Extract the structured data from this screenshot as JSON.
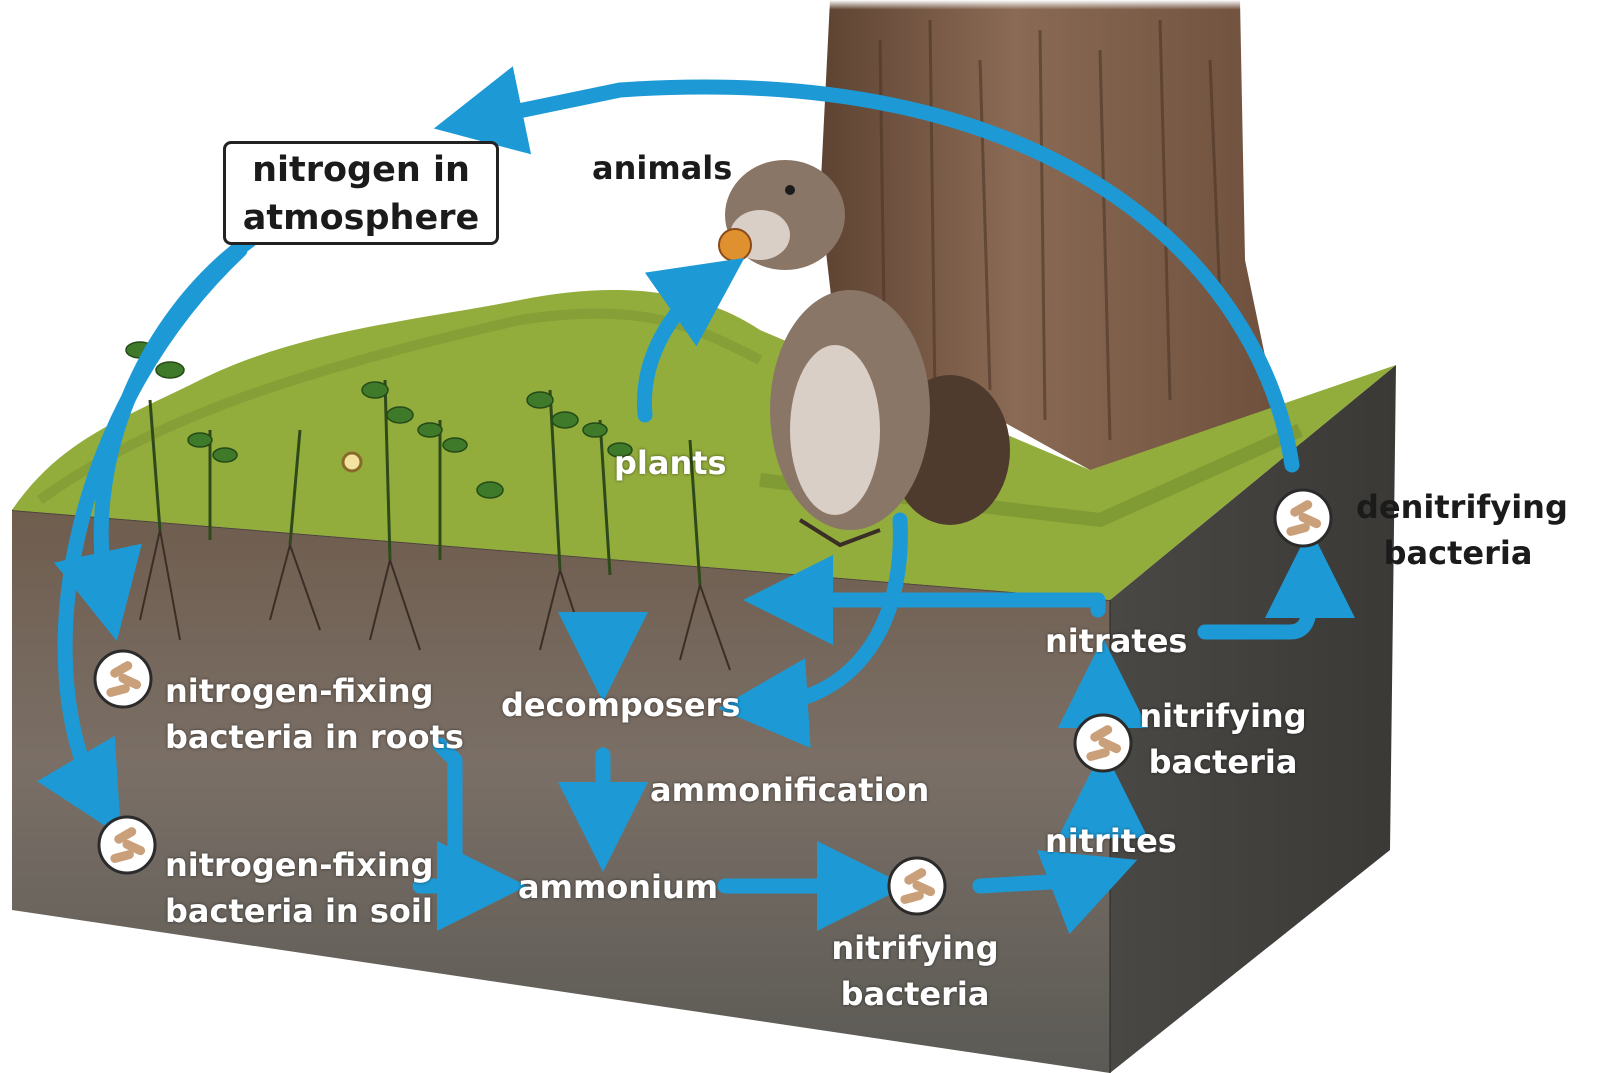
{
  "title": {
    "line1": "nitrogen in",
    "line2": "atmosphere"
  },
  "labels": {
    "animals": "animals",
    "plants": "plants",
    "decomposers": "decomposers",
    "ammonification": "ammonification",
    "ammonium": "ammonium",
    "nitrites": "nitrites",
    "nitrates": "nitrates",
    "fixing_roots": {
      "line1": "nitrogen-fixing",
      "line2": "bacteria in roots"
    },
    "fixing_soil": {
      "line1": "nitrogen-fixing",
      "line2": "bacteria in soil"
    },
    "nitrifying_bottom": {
      "line1": "nitrifying",
      "line2": "bacteria"
    },
    "nitrifying_right": {
      "line1": "nitrifying",
      "line2": "bacteria"
    },
    "denitrifying": {
      "line1": "denitrifying",
      "line2": "bacteria"
    }
  },
  "colors": {
    "arrow": "#1d9ad6",
    "grass": "#93ad3c",
    "soil_front": "#6f655c",
    "soil_side": "#3f3e3a",
    "tree": "#7a5a44",
    "squirrel": "#7d6a5c",
    "bacteria_pill": "#c9a07a"
  }
}
